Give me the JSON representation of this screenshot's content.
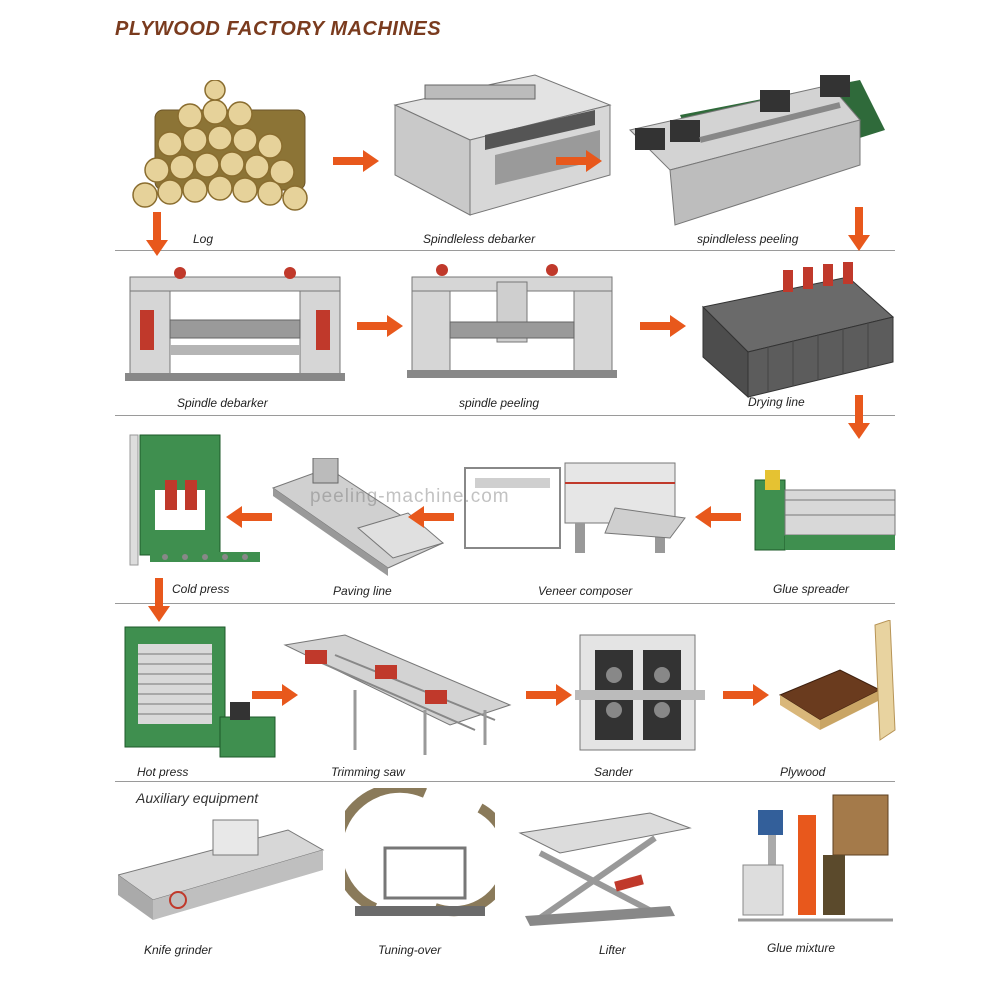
{
  "title": "PLYWOOD FACTORY MACHINES",
  "watermark": "peeling-machine.com",
  "colors": {
    "title": "#7a3b1e",
    "arrow": "#e8581c",
    "machine_body": "#d9d9d9",
    "green_machine": "#3f8f4f"
  },
  "rows": [
    {
      "items": [
        {
          "id": "log",
          "label": "Log",
          "icon": "log-pile-icon"
        },
        {
          "id": "spindleless-debarker",
          "label": "Spindleless debarker",
          "icon": "debarker-machine-icon"
        },
        {
          "id": "spindleless-peeling",
          "label": "spindleless peeling",
          "icon": "peeling-machine-icon"
        }
      ]
    },
    {
      "items": [
        {
          "id": "spindle-debarker",
          "label": "Spindle debarker",
          "icon": "spindle-debarker-icon"
        },
        {
          "id": "spindle-peeling",
          "label": "spindle peeling",
          "icon": "spindle-peeling-icon"
        },
        {
          "id": "drying-line",
          "label": "Drying line",
          "icon": "dryer-icon"
        }
      ]
    },
    {
      "items": [
        {
          "id": "cold-press",
          "label": "Cold press",
          "icon": "cold-press-icon"
        },
        {
          "id": "paving-line",
          "label": "Paving line",
          "icon": "paving-line-icon"
        },
        {
          "id": "veneer-composer",
          "label": "Veneer composer",
          "icon": "veneer-composer-icon"
        },
        {
          "id": "glue-spreader",
          "label": "Glue spreader",
          "icon": "glue-spreader-icon"
        }
      ]
    },
    {
      "items": [
        {
          "id": "hot-press",
          "label": "Hot press",
          "icon": "hot-press-icon"
        },
        {
          "id": "trimming-saw",
          "label": "Trimming saw",
          "icon": "trimming-saw-icon"
        },
        {
          "id": "sander",
          "label": "Sander",
          "icon": "sander-icon"
        },
        {
          "id": "plywood",
          "label": "Plywood",
          "icon": "plywood-board-icon"
        }
      ]
    }
  ],
  "auxiliary": {
    "heading": "Auxiliary equipment",
    "items": [
      {
        "id": "knife-grinder",
        "label": "Knife grinder",
        "icon": "knife-grinder-icon"
      },
      {
        "id": "tuning-over",
        "label": "Tuning-over",
        "icon": "turnover-machine-icon"
      },
      {
        "id": "lifter",
        "label": "Lifter",
        "icon": "scissor-lift-icon"
      },
      {
        "id": "glue-mixture",
        "label": "Glue mixture",
        "icon": "glue-mixer-icon"
      }
    ]
  }
}
